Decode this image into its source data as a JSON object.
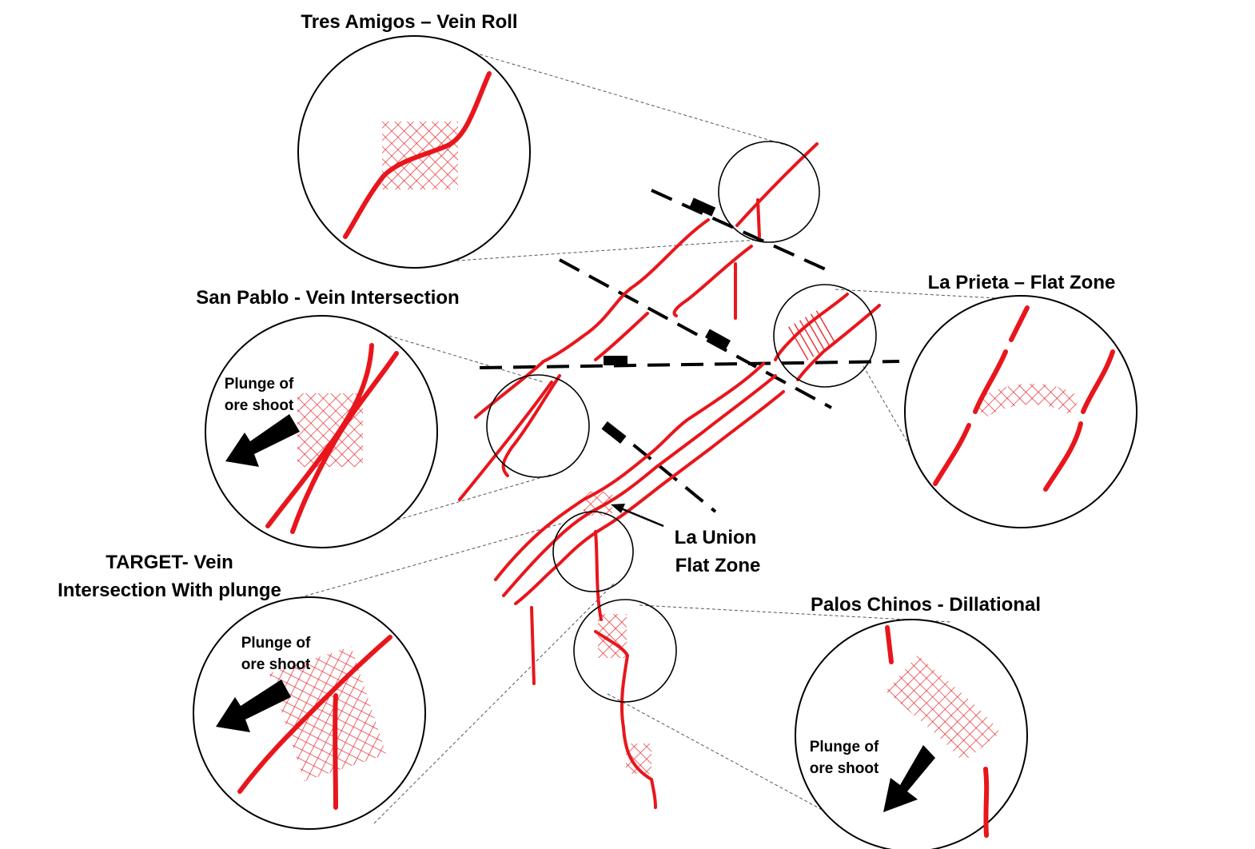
{
  "diagram": {
    "labels": {
      "tres_amigos": "Tres Amigos – Vein Roll",
      "la_prieta": "La Prieta – Flat Zone",
      "san_pablo": "San Pablo - Vein Intersection",
      "la_union_line1": "La Union",
      "la_union_line2": "Flat Zone",
      "target_line1": "TARGET- Vein",
      "target_line2": "Intersection With plunge",
      "palos_chinos": "Palos Chinos - Dillational"
    },
    "plunge": {
      "line1": "Plunge of",
      "line2": "ore shoot"
    },
    "colors": {
      "vein": "#e8161c",
      "fault": "#000000",
      "arrow": "#000000"
    }
  }
}
